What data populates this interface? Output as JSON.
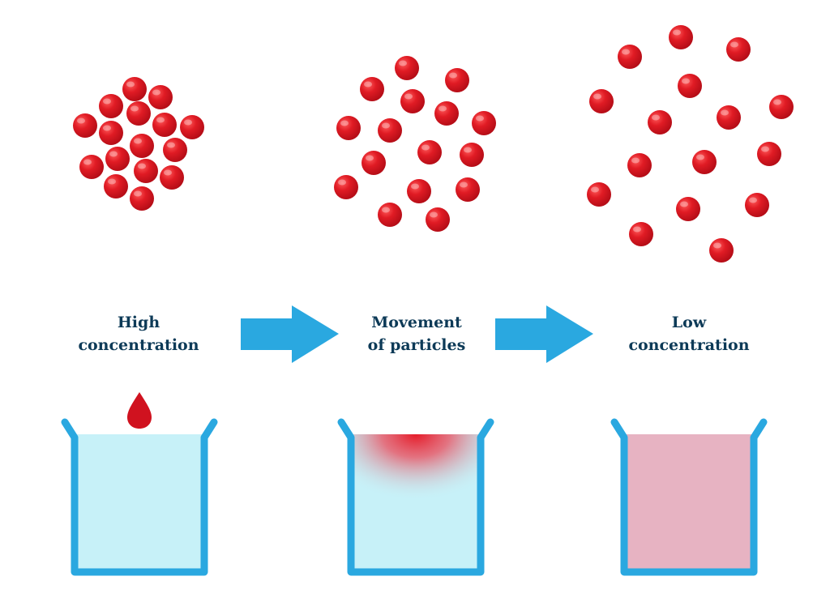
{
  "labels": {
    "high": {
      "line1": "High",
      "line2": "concentration"
    },
    "movement": {
      "line1": "Movement",
      "line2": "of particles"
    },
    "low": {
      "line1": "Low",
      "line2": "concentration"
    }
  },
  "colors": {
    "particle": "#d0121f",
    "particle_highlight": "#ff6b6b",
    "arrow": "#2aa8e0",
    "beaker_outline": "#2aa8e0",
    "water": "#c7f1f8",
    "mixed_water": "#e7b3c2",
    "label_text": "#0d3a57",
    "drop": "#d0121f"
  },
  "icons": [
    "particle-icon",
    "arrow-right-icon",
    "beaker-icon",
    "drop-icon"
  ]
}
